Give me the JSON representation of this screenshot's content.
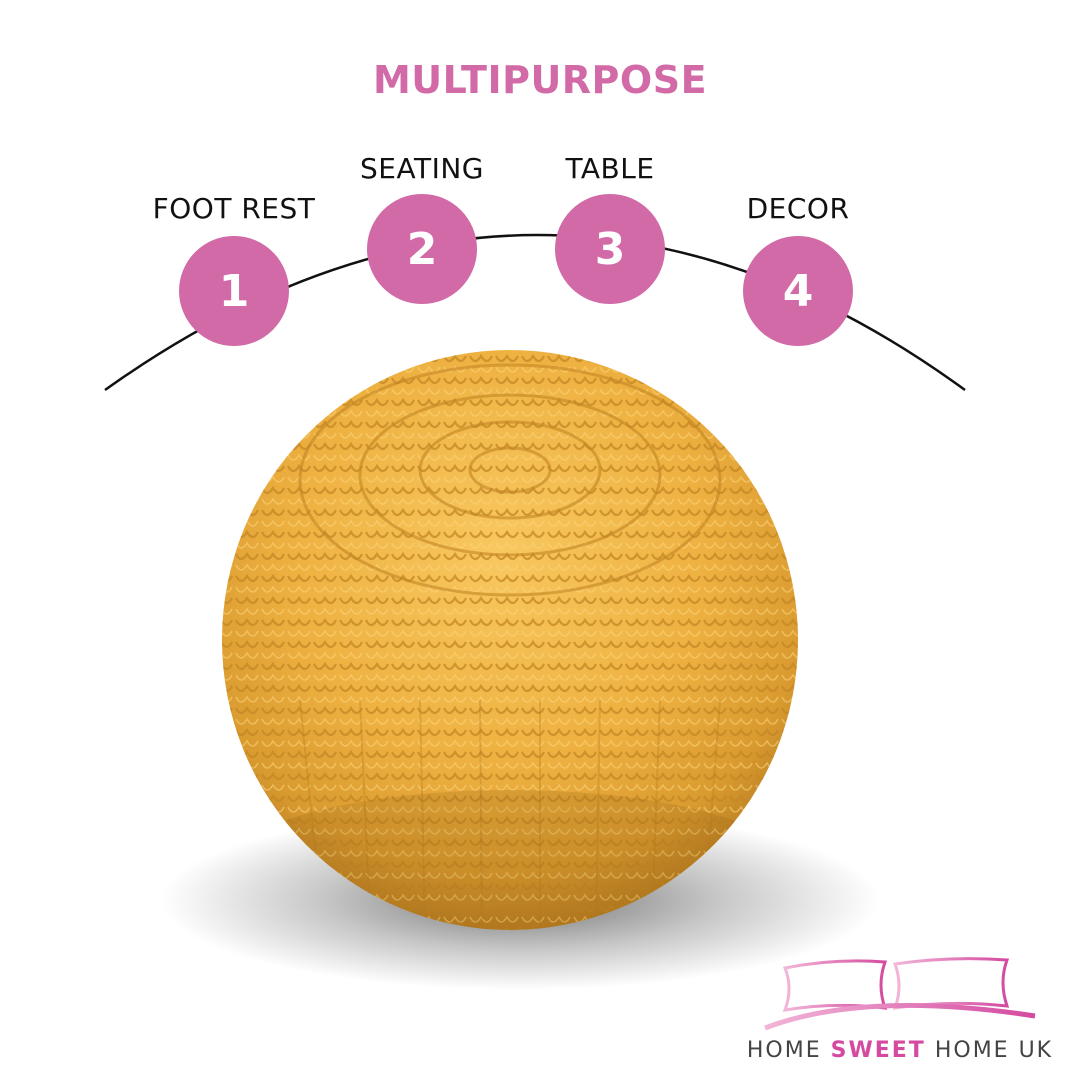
{
  "headline": "MULTIPURPOSE",
  "uses": [
    {
      "number": "1",
      "label": "FOOT REST"
    },
    {
      "number": "2",
      "label": "SEATING"
    },
    {
      "number": "3",
      "label": "TABLE"
    },
    {
      "number": "4",
      "label": "DECOR"
    }
  ],
  "product": {
    "name_icon": "knitted-pouf",
    "color": "#f0b445"
  },
  "logo": {
    "brand_left": "HOME",
    "brand_mid": "SWEET",
    "brand_right": "HOME UK",
    "icon": "pillows-icon"
  },
  "colors": {
    "accent": "#d16aa6",
    "logo_accent": "#d44aa0",
    "arc": "#111111",
    "pouf": "#f0b445"
  }
}
